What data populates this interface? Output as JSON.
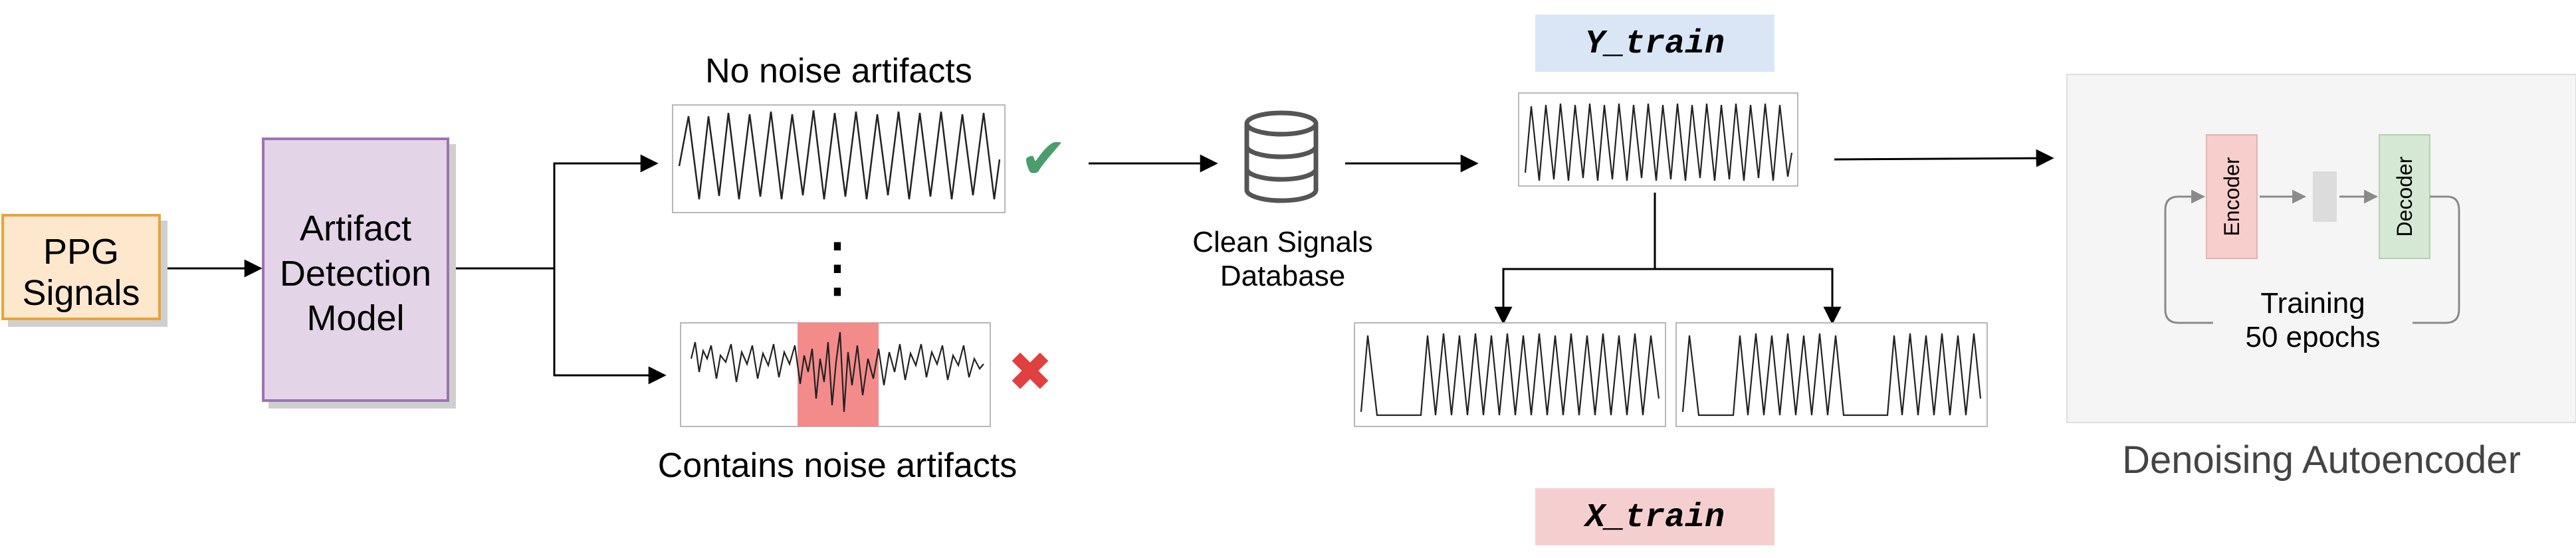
{
  "colors": {
    "ppg_fill": "#fde8cd",
    "ppg_stroke": "#e8a33a",
    "adm_fill": "#e3d4e8",
    "adm_stroke": "#9d73b3",
    "ytrain_fill": "#dae6f6",
    "xtrain_fill": "#f5cfcf",
    "encoder_fill": "#f8cecc",
    "decoder_fill": "#d5e8d4",
    "bottleneck_fill": "#dcdcdc",
    "panel_fill": "#f5f5f5",
    "check": "#4a9e6b",
    "cross": "#e04040",
    "noise_highlight": "#f48b8b"
  },
  "ppg": {
    "label": "PPG\nSignals"
  },
  "artifact_model": {
    "label": "Artifact\nDetection\nModel"
  },
  "branches": {
    "clean_label": "No noise artifacts",
    "noisy_label": "Contains noise artifacts",
    "ellipsis": "⋮",
    "check_icon": "✔",
    "cross_icon": "✖"
  },
  "database": {
    "label": "Clean Signals\nDatabase",
    "icon": "database-icon"
  },
  "y_train": {
    "label": "Y_train"
  },
  "x_train": {
    "label": "X_train"
  },
  "autoencoder": {
    "title": "Denoising Autoencoder",
    "encoder": "Encoder",
    "decoder": "Decoder",
    "training": "Training\n50 epochs"
  }
}
